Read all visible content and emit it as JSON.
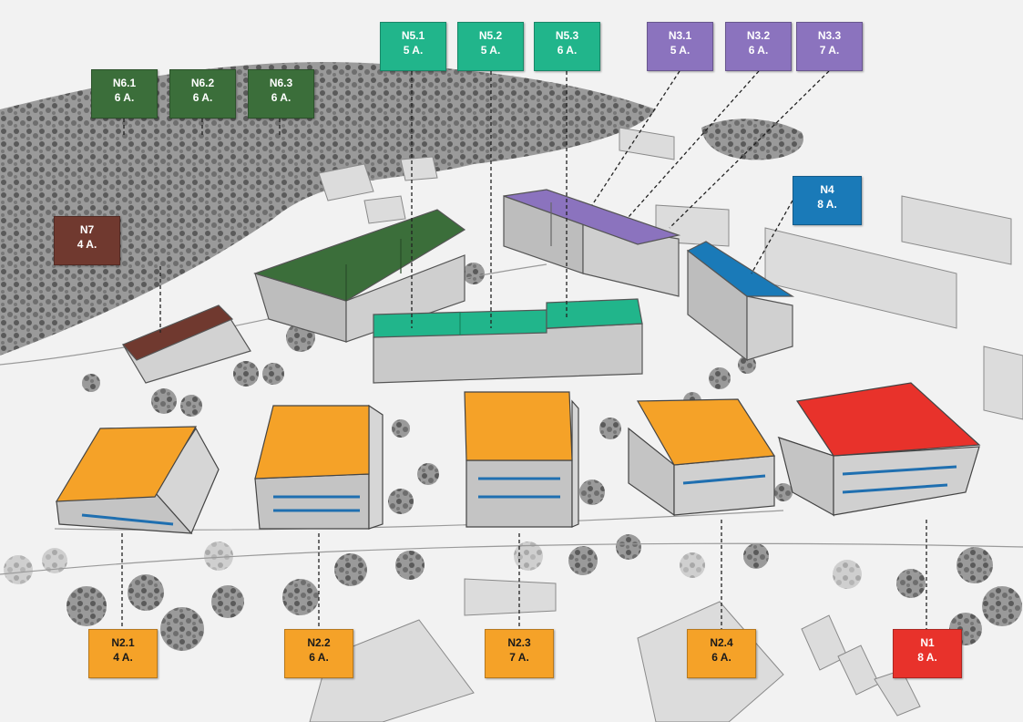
{
  "labels": [
    {
      "id": "N6.1",
      "code": "N6.1",
      "floors": "6 A.",
      "color": "#3b6e3a"
    },
    {
      "id": "N6.2",
      "code": "N6.2",
      "floors": "6 A.",
      "color": "#3b6e3a"
    },
    {
      "id": "N6.3",
      "code": "N6.3",
      "floors": "6 A.",
      "color": "#3b6e3a"
    },
    {
      "id": "N5.1",
      "code": "N5.1",
      "floors": "5 A.",
      "color": "#21b58b"
    },
    {
      "id": "N5.2",
      "code": "N5.2",
      "floors": "5 A.",
      "color": "#21b58b"
    },
    {
      "id": "N5.3",
      "code": "N5.3",
      "floors": "6 A.",
      "color": "#21b58b"
    },
    {
      "id": "N3.1",
      "code": "N3.1",
      "floors": "5 A.",
      "color": "#8b73be"
    },
    {
      "id": "N3.2",
      "code": "N3.2",
      "floors": "6 A.",
      "color": "#8b73be"
    },
    {
      "id": "N3.3",
      "code": "N3.3",
      "floors": "7 A.",
      "color": "#8b73be"
    },
    {
      "id": "N4",
      "code": "N4",
      "floors": "8 A.",
      "color": "#1a7ab8"
    },
    {
      "id": "N7",
      "code": "N7",
      "floors": "4 A.",
      "color": "#70392f"
    },
    {
      "id": "N2.1",
      "code": "N2.1",
      "floors": "4 A.",
      "color": "#f5a228"
    },
    {
      "id": "N2.2",
      "code": "N2.2",
      "floors": "6 A.",
      "color": "#f5a228"
    },
    {
      "id": "N2.3",
      "code": "N2.3",
      "floors": "7 A.",
      "color": "#f5a228"
    },
    {
      "id": "N2.4",
      "code": "N2.4",
      "floors": "6 A.",
      "color": "#f5a228"
    },
    {
      "id": "N1",
      "code": "N1",
      "floors": "8 A.",
      "color": "#e8322b"
    }
  ]
}
